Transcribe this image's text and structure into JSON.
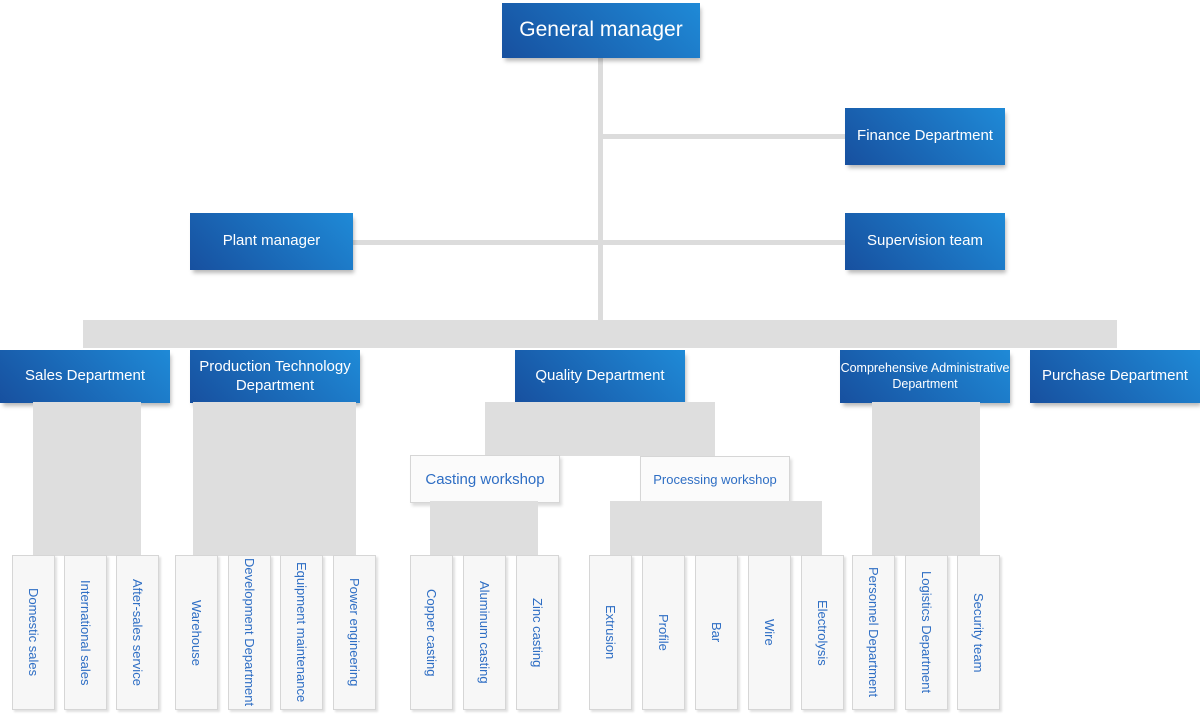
{
  "colors": {
    "node_blue_dark": "#17509f",
    "node_blue_light": "#1f8ad7",
    "connector_gray": "#dedede",
    "line_gray": "#dcdcdc",
    "leaf_bg": "#f7f7f7",
    "leaf_border": "#d6d6d6",
    "link_text_blue": "#2e6ec4",
    "node_text_white": "#ffffff",
    "workshop_bg": "#fbfbfb"
  },
  "org_chart": {
    "root": {
      "label": "General manager"
    },
    "level1": [
      {
        "label": "Finance Department"
      },
      {
        "label": "Plant manager"
      },
      {
        "label": "Supervision team"
      }
    ],
    "departments": [
      {
        "label": "Sales Department",
        "children": [
          "Domestic sales",
          "International sales",
          "After-sales service"
        ]
      },
      {
        "label": "Production Technology Department",
        "children": [
          "Warehouse",
          "Development Department",
          "Equipment maintenance",
          "Power engineering"
        ]
      },
      {
        "label": "Quality Department",
        "workshops": [
          {
            "label": "Casting workshop",
            "children": [
              "Copper casting",
              "Aluminum casting",
              "Zinc casting"
            ]
          },
          {
            "label": "Processing workshop",
            "children": [
              "Extrusion",
              "Profile",
              "Bar",
              "Wire",
              "Electrolysis"
            ]
          }
        ]
      },
      {
        "label": "Comprehensive Administrative Department",
        "children": [
          "Personnel Department",
          "Logistics Department",
          "Security team"
        ]
      },
      {
        "label": "Purchase Department",
        "children": []
      }
    ]
  }
}
